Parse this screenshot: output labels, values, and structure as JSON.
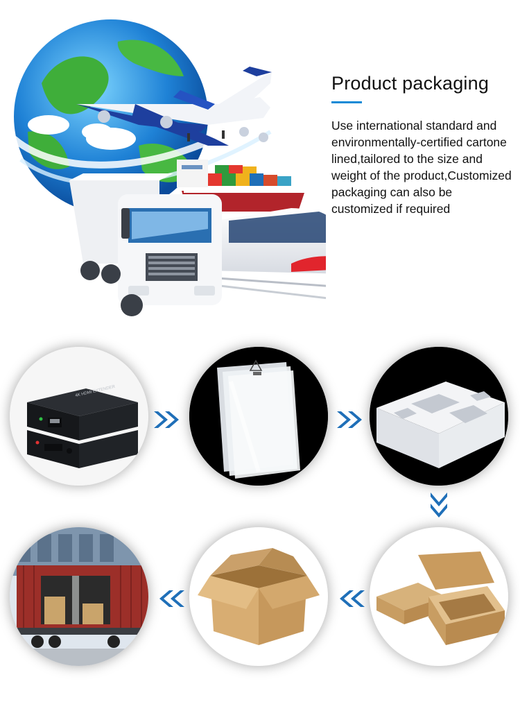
{
  "header": {
    "title": "Product packaging",
    "description": "Use international standard and environmentally-certified cartone lined,tailored to the size and weight of the product,Customized packaging can also be customized if required"
  },
  "hero": {
    "icon": "logistics-globe-illustration"
  },
  "steps": [
    {
      "icon": "hdmi-extender-icon",
      "label_text": "4K HDMI EXTENDER"
    },
    {
      "icon": "plastic-bag-icon"
    },
    {
      "icon": "foam-insert-icon"
    },
    {
      "icon": "cardboard-box-icon"
    },
    {
      "icon": "open-carton-icon"
    },
    {
      "icon": "shipping-container-icon"
    }
  ],
  "colors": {
    "accent": "#0f8ad6",
    "arrow": "#1f6fb8",
    "text": "#111111"
  }
}
